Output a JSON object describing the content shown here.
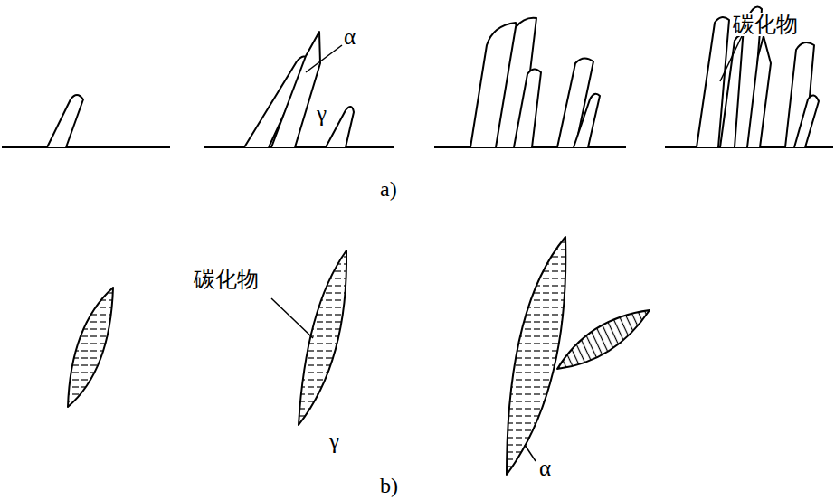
{
  "diagram": {
    "labels": [
      "α",
      "碳化物",
      "γ",
      "a)",
      "碳化物",
      "γ",
      "α",
      "b)"
    ]
  }
}
